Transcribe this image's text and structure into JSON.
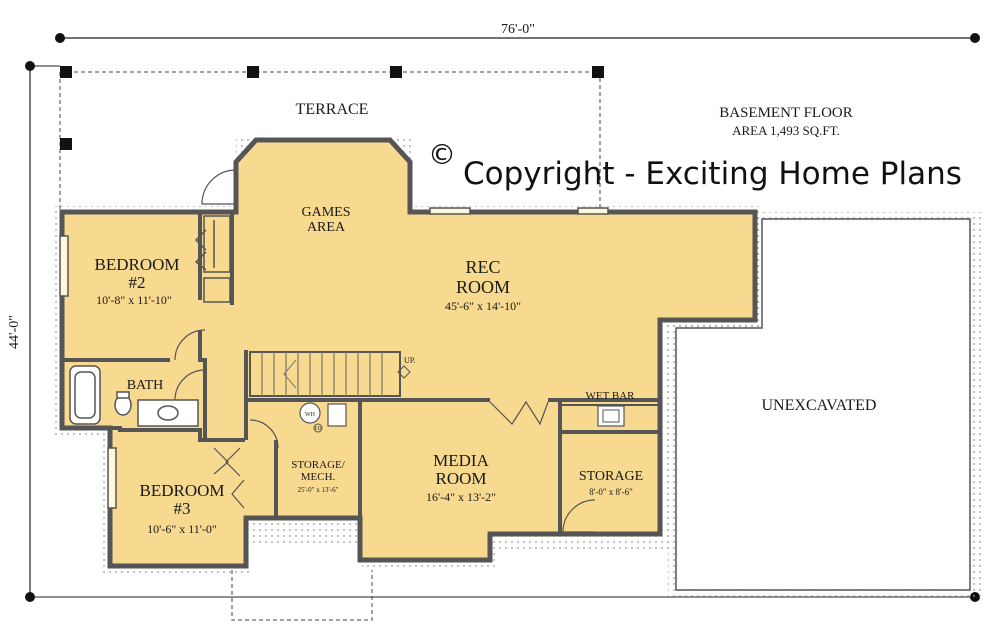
{
  "plan": {
    "overall_width": "76'-0\"",
    "overall_depth": "44'-0\"",
    "floor_title": "BASEMENT FLOOR",
    "floor_area": "AREA 1,493 SQ.FT.",
    "copyright_symbol": "©",
    "copyright_text": "Copyright - Exciting Home Plans",
    "colors": {
      "room_fill": "#f7d98f",
      "wall": "#555555",
      "unexcavated_fill": "#ffffff",
      "ground_dots": "#9a9a9a",
      "dimension_line": "#222222"
    }
  },
  "labels": {
    "terrace": "TERRACE",
    "games_area_1": "GAMES",
    "games_area_2": "AREA",
    "rec_room_1": "REC",
    "rec_room_2": "ROOM",
    "rec_room_size": "45'-6\" x 14'-10\"",
    "bedroom2_1": "BEDROOM",
    "bedroom2_2": "#2",
    "bedroom2_size": "10'-8\" x 11'-10\"",
    "bath": "BATH",
    "bedroom3_1": "BEDROOM",
    "bedroom3_2": "#3",
    "bedroom3_size": "10'-6\" x 11'-0\"",
    "storage_mech_1": "STORAGE/",
    "storage_mech_2": "MECH.",
    "storage_mech_size": "25'-0\" x 13'-6\"",
    "media_room_1": "MEDIA",
    "media_room_2": "ROOM",
    "media_room_size": "16'-4\" x 13'-2\"",
    "wet_bar": "WET BAR",
    "storage": "STORAGE",
    "storage_size": "8'-0\" x 8'-6\"",
    "unexcavated": "UNEXCAVATED",
    "stair_up": "UP.",
    "wh": "WH",
    "fd": "FD"
  }
}
